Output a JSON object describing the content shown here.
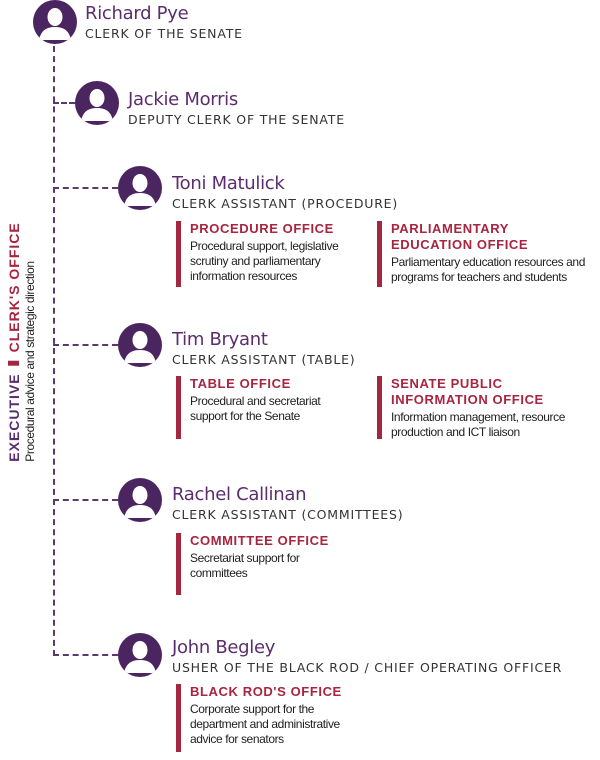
{
  "side_label": {
    "group": "EXECUTIVE",
    "office": "CLERK'S OFFICE",
    "description": "Procedural advice and strategic direction"
  },
  "colors": {
    "purple": "#4b2560",
    "name_purple": "#5b2d6e",
    "crimson": "#a8243f",
    "text": "#1e1e1e"
  },
  "people": [
    {
      "name": "Richard Pye",
      "title": "CLERK OF THE SENATE",
      "offices": []
    },
    {
      "name": "Jackie Morris",
      "title": "DEPUTY CLERK OF THE SENATE",
      "offices": []
    },
    {
      "name": "Toni Matulick",
      "title": "CLERK ASSISTANT (PROCEDURE)",
      "offices": [
        {
          "name": "PROCEDURE OFFICE",
          "desc_lines": [
            "Procedural support, legislative",
            "scrutiny and parliamentary",
            "information resources"
          ]
        },
        {
          "name_lines": [
            "PARLIAMENTARY",
            "EDUCATION OFFICE"
          ],
          "desc_lines": [
            "Parliamentary education resources and",
            "programs for teachers and students"
          ]
        }
      ]
    },
    {
      "name": "Tim Bryant",
      "title": "CLERK ASSISTANT (TABLE)",
      "offices": [
        {
          "name": "TABLE OFFICE",
          "desc_lines": [
            "Procedural and secretariat",
            "support for the Senate"
          ]
        },
        {
          "name_lines": [
            "SENATE PUBLIC",
            "INFORMATION OFFICE"
          ],
          "desc_lines": [
            "Information management, resource",
            "production and ICT liaison"
          ]
        }
      ]
    },
    {
      "name": "Rachel Callinan",
      "title": "CLERK ASSISTANT (COMMITTEES)",
      "offices": [
        {
          "name": "COMMITTEE OFFICE",
          "desc_lines": [
            "Secretariat support for",
            "committees"
          ]
        }
      ]
    },
    {
      "name": "John Begley",
      "title": "USHER OF THE BLACK ROD / CHIEF OPERATING OFFICER",
      "offices": [
        {
          "name": "BLACK ROD'S OFFICE",
          "desc_lines": [
            "Corporate support for the",
            "department and administrative",
            "advice for senators"
          ]
        }
      ]
    }
  ]
}
